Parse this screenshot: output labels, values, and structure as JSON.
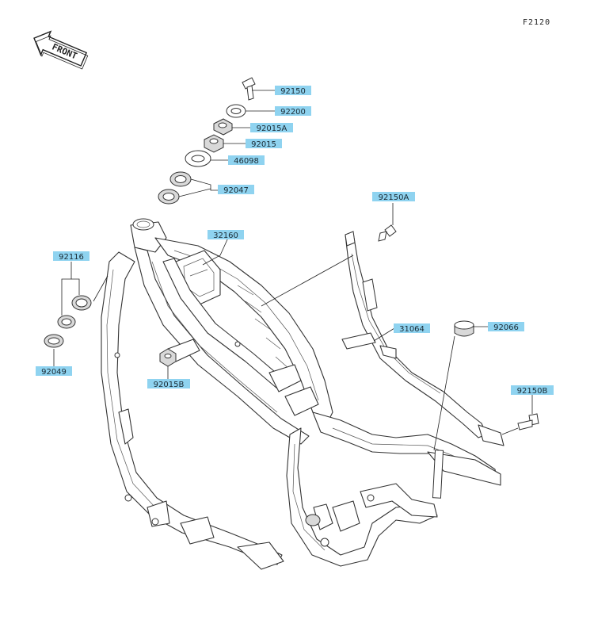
{
  "figure_id": "F2120",
  "front_arrow_label": "FRONT",
  "callouts": [
    {
      "id": "c-92150",
      "label": "92150"
    },
    {
      "id": "c-92200",
      "label": "92200"
    },
    {
      "id": "c-92015A",
      "label": "92015A"
    },
    {
      "id": "c-92015",
      "label": "92015"
    },
    {
      "id": "c-46098",
      "label": "46098"
    },
    {
      "id": "c-92047",
      "label": "92047"
    },
    {
      "id": "c-92150A",
      "label": "92150A"
    },
    {
      "id": "c-32160",
      "label": "32160"
    },
    {
      "id": "c-92116",
      "label": "92116"
    },
    {
      "id": "c-31064",
      "label": "31064"
    },
    {
      "id": "c-92066",
      "label": "92066"
    },
    {
      "id": "c-92015B",
      "label": "92015B"
    },
    {
      "id": "c-92049",
      "label": "92049"
    },
    {
      "id": "c-92150B",
      "label": "92150B"
    }
  ],
  "colors": {
    "callout_fill": "#8fd3f0",
    "line": "#222222"
  }
}
